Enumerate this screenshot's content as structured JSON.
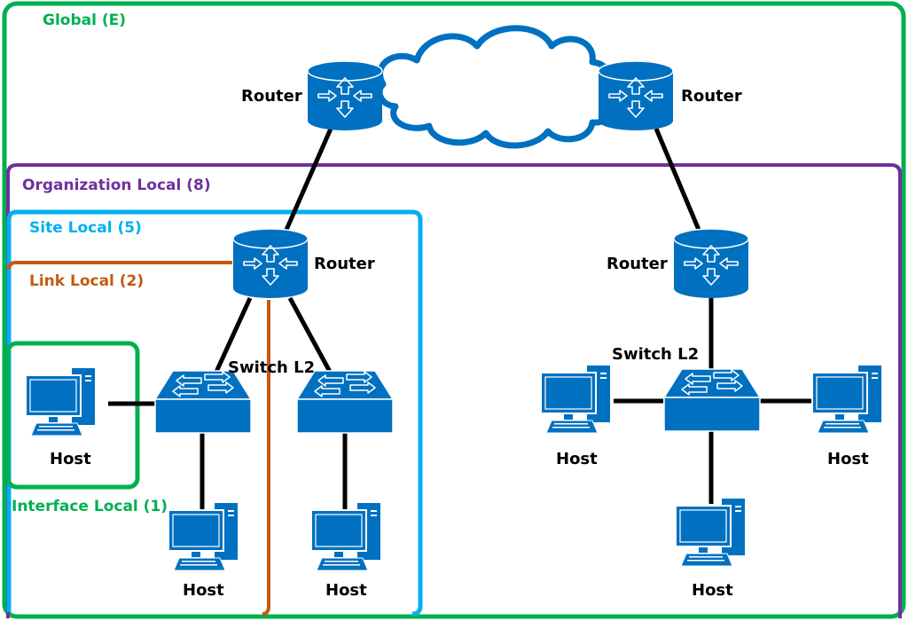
{
  "title": "IPv6 Multicast Scopes",
  "colors": {
    "device": "#0070C0",
    "device_outline": "#ffffff",
    "link": "#000000",
    "global": "#00B050",
    "organization": "#7030A0",
    "site": "#00B0F0",
    "link_local": "#C55A11",
    "interface": "#00B050",
    "cloud": "#0070C0"
  },
  "scopes": {
    "global": {
      "label": "Global (E)"
    },
    "organization": {
      "label": "Organization Local (8)"
    },
    "site": {
      "label": "Site Local (5)"
    },
    "link": {
      "label": "Link Local (2)"
    },
    "interface": {
      "label": "Interface Local (1)"
    }
  },
  "devices": {
    "router_top_left": {
      "label": "Router",
      "type": "router"
    },
    "router_top_right": {
      "label": "Router",
      "type": "router"
    },
    "router_site": {
      "label": "Router",
      "type": "router"
    },
    "router_right": {
      "label": "Router",
      "type": "router"
    },
    "switch_left": {
      "label": "Switch L2",
      "type": "switch"
    },
    "switch_mid": {
      "type": "switch"
    },
    "switch_right": {
      "label": "Switch L2",
      "type": "switch"
    },
    "host_interface": {
      "label": "Host",
      "type": "host"
    },
    "host_left_bottom": {
      "label": "Host",
      "type": "host"
    },
    "host_mid_bottom": {
      "label": "Host",
      "type": "host"
    },
    "host_right_left": {
      "label": "Host",
      "type": "host"
    },
    "host_right_right": {
      "label": "Host",
      "type": "host"
    },
    "host_right_bottom": {
      "label": "Host",
      "type": "host"
    }
  },
  "cloud": {
    "name": "internet-cloud"
  }
}
